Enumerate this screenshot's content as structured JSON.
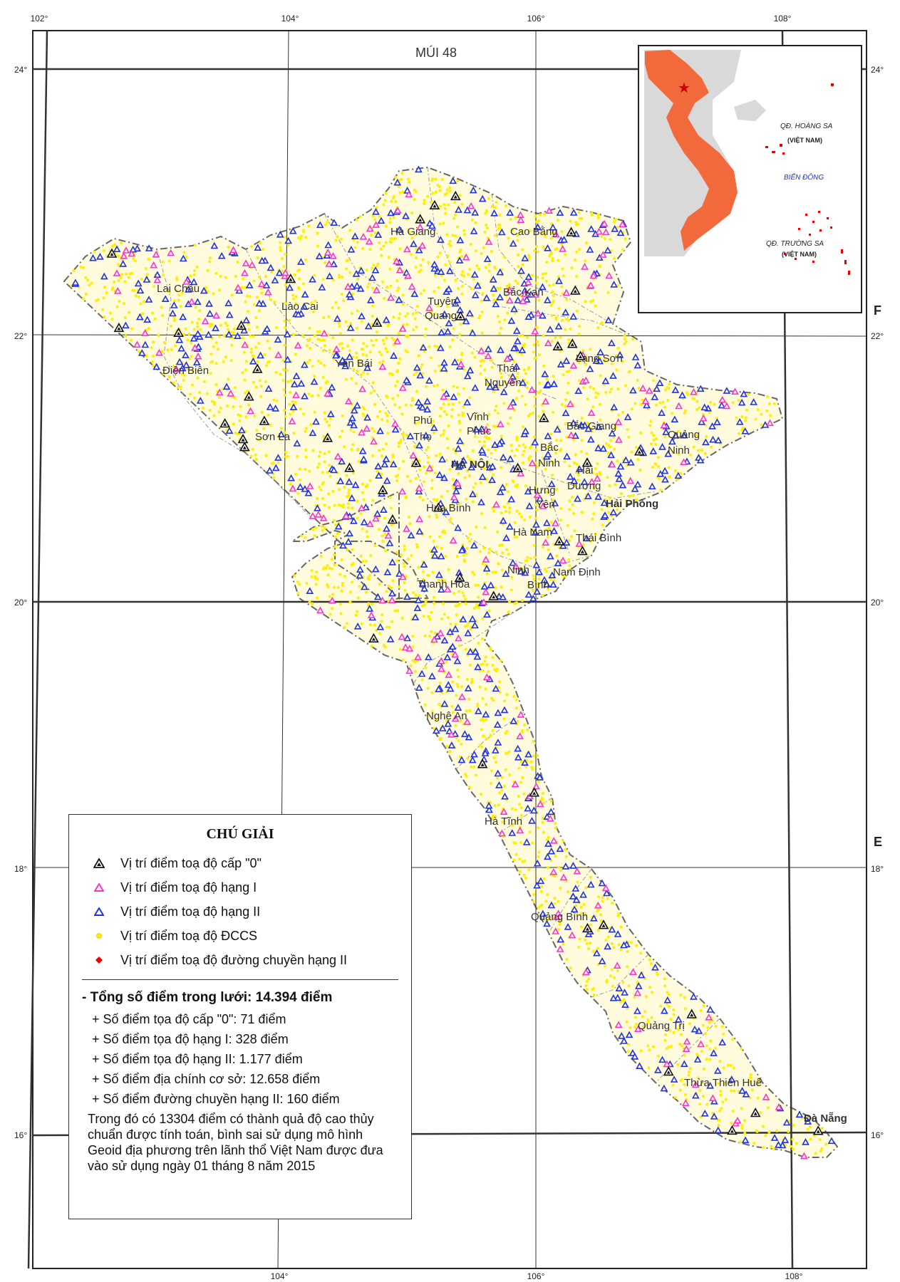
{
  "map": {
    "zone_label": "MÚI 48",
    "grid_edge_letters": [
      "F",
      "E"
    ],
    "lon_labels": [
      "102°",
      "104°",
      "106°",
      "108°"
    ],
    "lat_labels": [
      "24°",
      "22°",
      "20°",
      "18°",
      "16°"
    ],
    "provinces": [
      "Lai Châu",
      "Lào Cai",
      "Hà Giang",
      "Cao Bằng",
      "Tuyên Quang",
      "Bắc Kạn",
      "Điện Biên",
      "Yên Bái",
      "Thái Nguyên",
      "Lạng Sơn",
      "Sơn La",
      "Phú Thọ",
      "Vĩnh Phúc",
      "Bắc Giang",
      "Quảng Ninh",
      "Bắc Ninh",
      "Hải Dương",
      "Hưng Yên",
      "Hoà Bình",
      "Hà Nam",
      "Thái Bình",
      "Ninh Bình",
      "Nam Định",
      "Thanh Hóa",
      "Nghệ An",
      "Hà Tĩnh",
      "Quảng Bình",
      "Quảng Trị",
      "Thừa Thiên Huế"
    ],
    "cities": [
      "HÀ NỘI",
      "Hải Phòng",
      "Đà Nẵng"
    ],
    "colors": {
      "country_fill": "#fffbdc",
      "dccs_point": "#ffee00",
      "rank1_point": "#ff33cc",
      "rank2_point": "#2233dd",
      "level0_point": "#111111",
      "traverse_point": "#ee0000",
      "inset_land": "#f26a3c",
      "inset_neighbor": "#d9d9d9"
    },
    "inset": {
      "labels": [
        "QĐ. HOÀNG SA",
        "(VIỆT NAM)",
        "BIỂN ĐÔNG",
        "QĐ. TRƯỜNG SA",
        "(VIỆT NAM)"
      ]
    }
  },
  "legend": {
    "title": "CHÚ GIẢI",
    "items": [
      {
        "symbol": "triangle-black-icon",
        "label": "Vị trí điểm toạ độ cấp \"0\""
      },
      {
        "symbol": "triangle-pink-icon",
        "label": "Vị trí điểm toạ độ hạng I"
      },
      {
        "symbol": "triangle-blue-icon",
        "label": "Vị trí điểm toạ độ hạng II"
      },
      {
        "symbol": "dot-yellow-icon",
        "label": "Vị trí điểm toạ độ ĐCCS"
      },
      {
        "symbol": "diamond-red-icon",
        "label": "Vị trí điểm toạ độ đường chuyền hạng II"
      }
    ],
    "total": "- Tổng số điểm trong lưới: 14.394 điểm",
    "sub_items": [
      "+ Số điểm tọa độ cấp \"0\": 71 điểm",
      "+ Số điểm tọa độ hạng I: 328 điểm",
      "+ Số điểm tọa độ hạng II: 1.177 điểm",
      "+ Số điểm địa chính cơ sở: 12.658 điểm",
      "+ Số điểm đường chuyền hạng II: 160 điểm"
    ],
    "note": "Trong đó có 13304 điểm có thành quả độ cao thủy chuẩn được tính toán, bình sai sử dụng mô hình Geoid địa phương trên lãnh thổ Việt Nam được đưa vào sử dụng ngày 01 tháng 8 năm 2015"
  }
}
